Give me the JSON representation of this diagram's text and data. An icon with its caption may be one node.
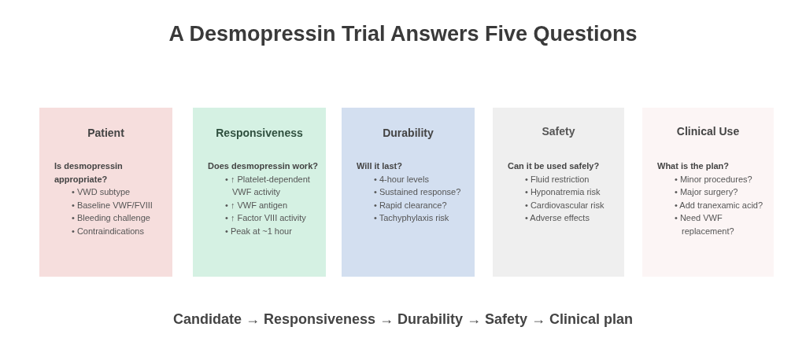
{
  "diagram": {
    "title": "A Desmopressin Trial Answers Five Questions",
    "nodes": [
      {
        "text": [
          "Patient",
          "Is desmopressin appropriate?",
          "• VWD subtype",
          "• Baseline VWF/FVIII",
          "• Bleeding challenge",
          "• Contraindications"
        ]
      },
      {
        "text": [
          "Responsiveness",
          "Does desmopressin work?",
          "• ↑ Platelet-dependent VWF activity",
          "• ↑ VWF antigen",
          "• ↑ Factor VIII activity",
          "• Peak at ~1 hour"
        ]
      },
      {
        "text": [
          "Durability",
          "Will it last?",
          "• 4-hour levels",
          "• Sustained response?",
          "• Rapid clearance?",
          "• Tachyphylaxis risk"
        ]
      },
      {
        "text": [
          "Safety",
          "Can it be used safely?",
          "• Fluid restriction",
          "• Hyponatremia risk",
          "• Cardiovascular risk",
          "• Adverse effects"
        ]
      },
      {
        "text": [
          "Clinical Use",
          "What is the plan?",
          "• Minor procedures?",
          "• Major surgery?",
          "• Add tranexamic acid?",
          "• Need VWF replacement?"
        ]
      }
    ],
    "labels": [
      "Candidate → Responsiveness → Durability → Safety → Clinical plan"
    ]
  }
}
